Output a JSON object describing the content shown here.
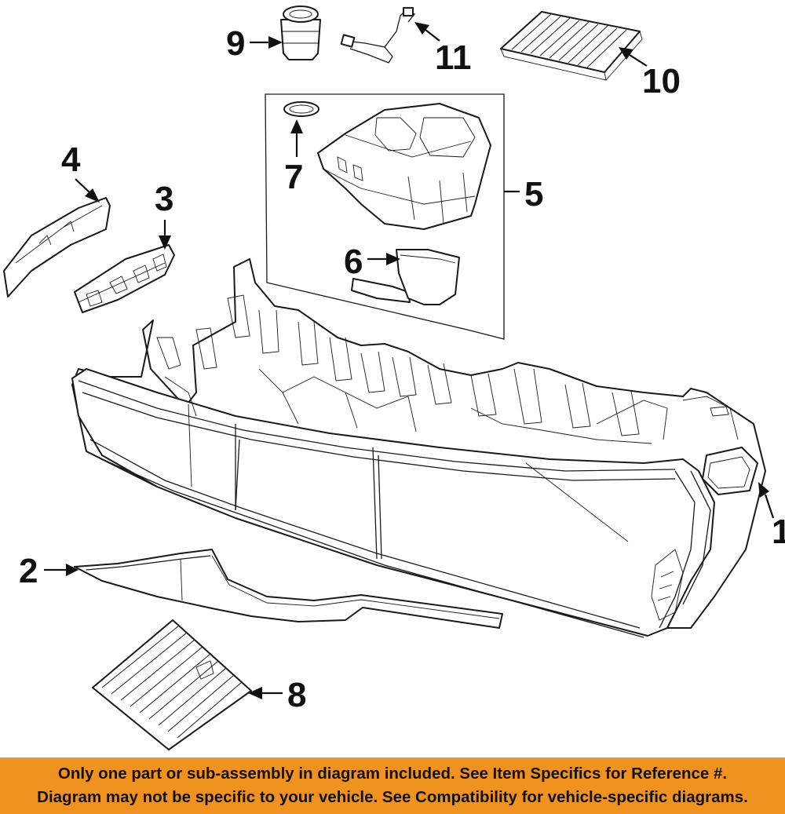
{
  "callouts": {
    "c1": "1",
    "c2": "2",
    "c3": "3",
    "c4": "4",
    "c5": "5",
    "c6": "6",
    "c7": "7",
    "c8": "8",
    "c9": "9",
    "c10": "10",
    "c11": "11"
  },
  "banner": {
    "line1": "Only one part or sub-assembly in diagram included. See Item Specifics for Reference #.",
    "line2": "Diagram may not be specific to your vehicle. See Compatibility for vehicle-specific diagrams.",
    "color": "#f0921f"
  }
}
